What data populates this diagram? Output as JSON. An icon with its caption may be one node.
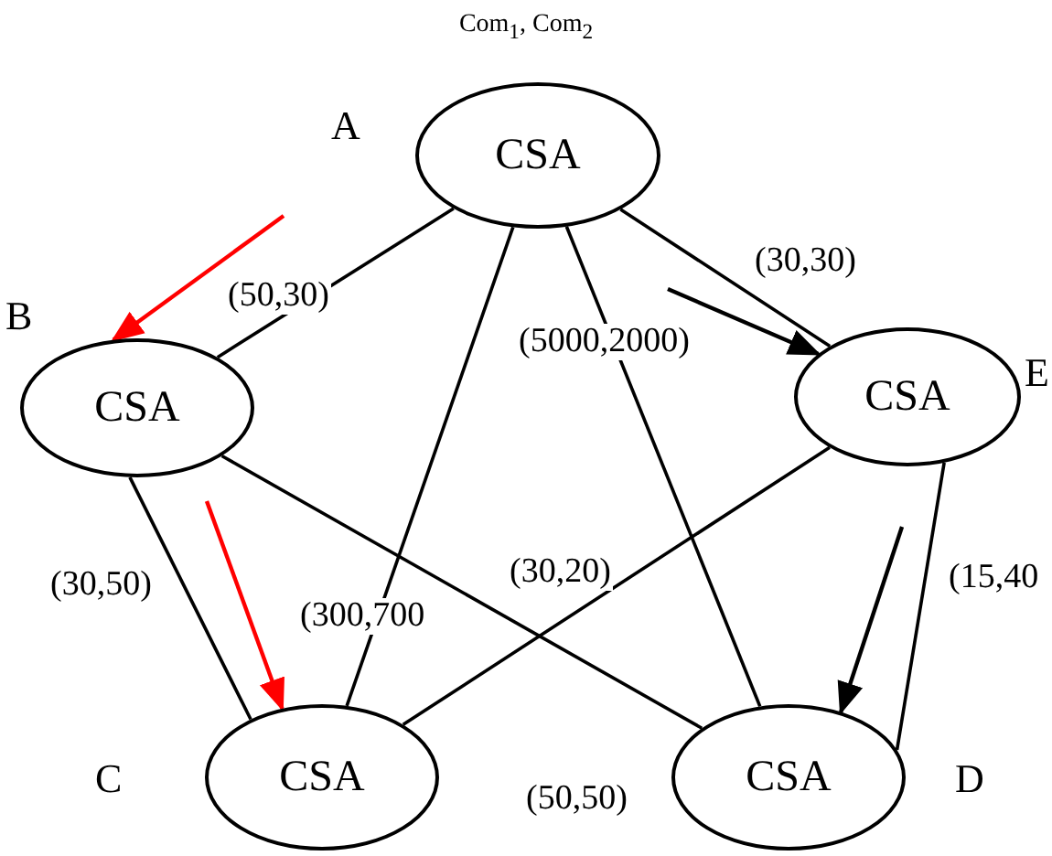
{
  "diagram": {
    "title": "Com$_{1}$, Com$_{2}$",
    "nodes": [
      {
        "text": [
          "CSA"
        ],
        "beside": [
          "A"
        ]
      },
      {
        "text": [
          "CSA"
        ],
        "beside": [
          "B"
        ]
      },
      {
        "text": [
          "CSA"
        ],
        "beside": [
          "E"
        ]
      },
      {
        "text": [
          "CSA"
        ],
        "beside": [
          "C"
        ]
      },
      {
        "text": [
          "CSA"
        ],
        "beside": [
          "D"
        ]
      }
    ],
    "edges": [
      {
        "from": 0,
        "to": 1,
        "arrow": "none",
        "label": "(50,30)"
      },
      {
        "from": 0,
        "to": 2,
        "arrow": "none",
        "label": "(30,30)"
      },
      {
        "from": 0,
        "to": 4,
        "arrow": "none",
        "label": "(5000,2000)"
      },
      {
        "from": 0,
        "to": 3,
        "arrow": "none",
        "label": "(300,700"
      },
      {
        "from": 1,
        "to": 3,
        "arrow": "none",
        "label": "(30,50)"
      },
      {
        "from": 1,
        "to": 4,
        "arrow": "none",
        "label": "(30,20)"
      },
      {
        "from": 2,
        "to": 3,
        "arrow": "none"
      },
      {
        "from": 2,
        "to": 4,
        "arrow": "none",
        "label": "(15,40"
      },
      {
        "from": null,
        "to": 1,
        "arrow": "to",
        "color": "#ff0000"
      },
      {
        "from": null,
        "to": 3,
        "arrow": "to",
        "color": "#ff0000"
      },
      {
        "from": null,
        "to": 2,
        "arrow": "to"
      },
      {
        "from": null,
        "to": 4,
        "arrow": "to"
      }
    ],
    "labels": [
      "(50,50)"
    ]
  }
}
